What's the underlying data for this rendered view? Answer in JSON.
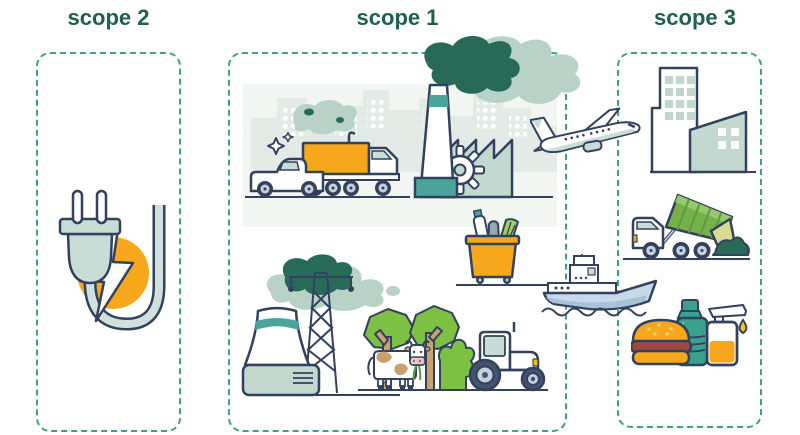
{
  "panels": [
    {
      "id": "scope-2",
      "title": "scope 2",
      "position": "left",
      "illustrations": [
        "electric-plug",
        "power-cord",
        "lightning-bolt-in-circle"
      ]
    },
    {
      "id": "scope-1",
      "title": "scope 1",
      "position": "center",
      "illustrations": [
        "city-skyline",
        "cargo-truck",
        "pickup-truck",
        "factory-with-chimney",
        "smoke-clouds",
        "waste-dumpster",
        "cooling-tower",
        "transmission-pylon",
        "trees",
        "cow",
        "tractor"
      ]
    },
    {
      "id": "scope-3",
      "title": "scope 3",
      "position": "right",
      "illustrations": [
        "airplane",
        "office-buildings",
        "garbage-truck",
        "cargo-ship",
        "burger-bottle-and-pump-bottle"
      ]
    }
  ],
  "colors": {
    "title_text": "#1d6153",
    "dashed_border": "#3f9e8d",
    "outline_navy": "#32415e",
    "accent_orange": "#f6a71b",
    "accent_teal": "#4aa49c",
    "sage": "#c7ddd5",
    "smoke_light": "#b8d2c8",
    "smoke_dark": "#276a57",
    "bright_green": "#7cc143",
    "trunk_brown": "#c9a36d",
    "ship_hull": "#c7d8e8",
    "garbage_green": "#74b14c"
  }
}
